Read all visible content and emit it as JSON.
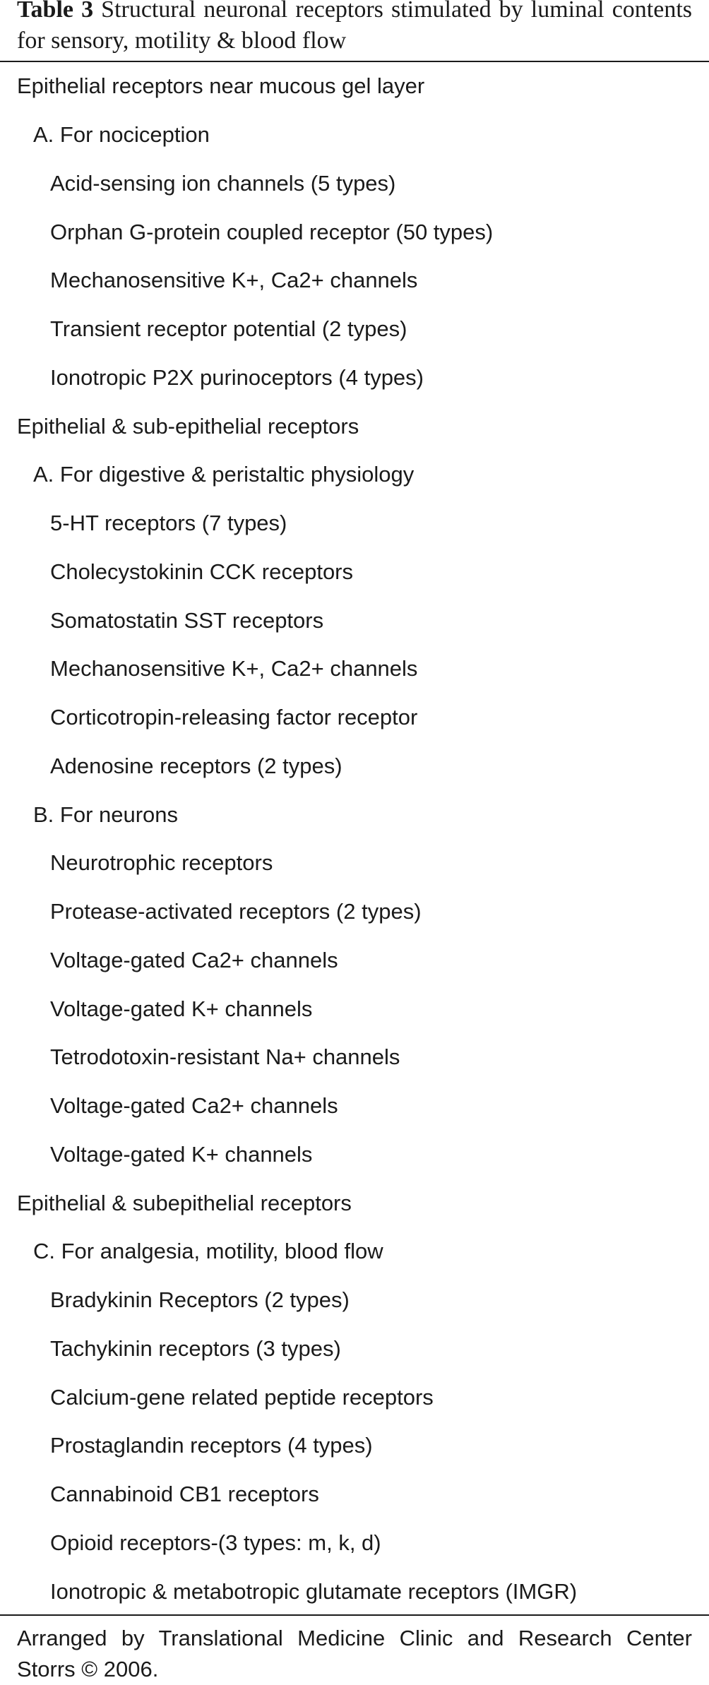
{
  "table": {
    "label": "Table 3",
    "caption": "Structural neuronal receptors stimulated by luminal contents for sensory, motility & blood flow",
    "rows": [
      {
        "text": "Epithelial receptors near mucous gel layer",
        "level": 0
      },
      {
        "text": "A. For nociception",
        "level": 1
      },
      {
        "text": "Acid-sensing ion channels (5 types)",
        "level": 2
      },
      {
        "text": "Orphan G-protein coupled receptor (50 types)",
        "level": 2
      },
      {
        "text": "Mechanosensitive K+, Ca2+ channels",
        "level": 2
      },
      {
        "text": "Transient receptor potential (2 types)",
        "level": 2
      },
      {
        "text": "Ionotropic P2X purinoceptors (4 types)",
        "level": 2
      },
      {
        "text": "Epithelial & sub-epithelial receptors",
        "level": 0
      },
      {
        "text": "A. For digestive & peristaltic physiology",
        "level": 1
      },
      {
        "text": "5-HT receptors (7 types)",
        "level": 2
      },
      {
        "text": "Cholecystokinin CCK receptors",
        "level": 2
      },
      {
        "text": "Somatostatin SST receptors",
        "level": 2
      },
      {
        "text": "Mechanosensitive K+, Ca2+ channels",
        "level": 2
      },
      {
        "text": "Corticotropin-releasing factor receptor",
        "level": 2
      },
      {
        "text": "Adenosine receptors (2 types)",
        "level": 2
      },
      {
        "text": "B. For neurons",
        "level": 1
      },
      {
        "text": "Neurotrophic receptors",
        "level": 2
      },
      {
        "text": "Protease-activated receptors (2 types)",
        "level": 2
      },
      {
        "text": "Voltage-gated Ca2+ channels",
        "level": 2
      },
      {
        "text": "Voltage-gated K+ channels",
        "level": 2
      },
      {
        "text": "Tetrodotoxin-resistant Na+ channels",
        "level": 2
      },
      {
        "text": "Voltage-gated Ca2+ channels",
        "level": 2
      },
      {
        "text": "Voltage-gated K+ channels",
        "level": 2
      },
      {
        "text": "Epithelial & subepithelial receptors",
        "level": 0
      },
      {
        "text": "C. For analgesia, motility, blood flow",
        "level": 1
      },
      {
        "text": "Bradykinin Receptors (2 types)",
        "level": 2
      },
      {
        "text": "Tachykinin receptors (3 types)",
        "level": 2
      },
      {
        "text": "Calcium-gene related peptide receptors",
        "level": 2
      },
      {
        "text": "Prostaglandin receptors (4 types)",
        "level": 2
      },
      {
        "text": "Cannabinoid CB1 receptors",
        "level": 2
      },
      {
        "text": "Opioid receptors-(3 types: m, k, d)",
        "level": 2
      },
      {
        "text": "Ionotropic & metabotropic glutamate receptors (IMGR)",
        "level": 2
      }
    ],
    "footnote": "Arranged by Translational Medicine Clinic and Research Center Storrs © 2006."
  }
}
